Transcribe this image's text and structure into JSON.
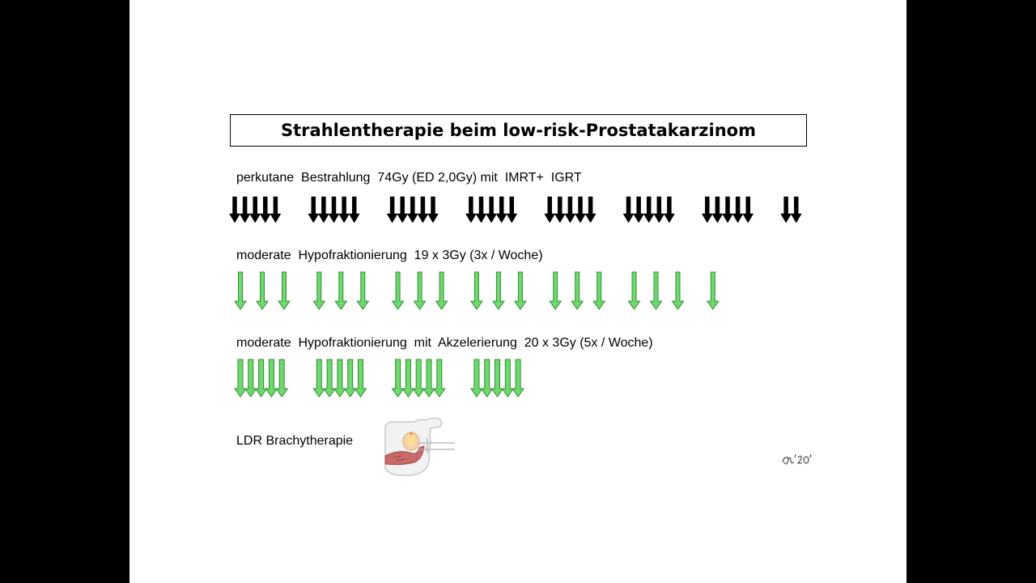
{
  "slide": {
    "title": "Strahlentherapie beim low-risk-Prostatakarzinom",
    "rows": [
      {
        "label": "perkutane  Bestrahlung  74Gy (ED 2,0Gy) mit  IMRT+  IGRT",
        "arrow_style": "black-bold",
        "groups": [
          5,
          5,
          5,
          5,
          5,
          5,
          5,
          2
        ],
        "fractions": 37,
        "color": "#000000"
      },
      {
        "label": "moderate  Hypofraktionierung  19 x 3Gy (3x / Woche)",
        "arrow_style": "green-sparse",
        "groups": [
          3,
          3,
          3,
          3,
          3,
          3,
          1
        ],
        "fractions": 19,
        "color": "#4CC94C"
      },
      {
        "label": "moderate  Hypofraktionierung  mit  Akzelerierung  20 x 3Gy (5x / Woche)",
        "arrow_style": "green-dense",
        "groups": [
          5,
          5,
          5,
          5
        ],
        "fractions": 20,
        "color": "#4CC94C"
      }
    ],
    "ldr": {
      "label": "LDR Brachytherapie",
      "image": "prostate-seed-implant-illustration"
    },
    "signature": "handwritten-initials-20"
  }
}
